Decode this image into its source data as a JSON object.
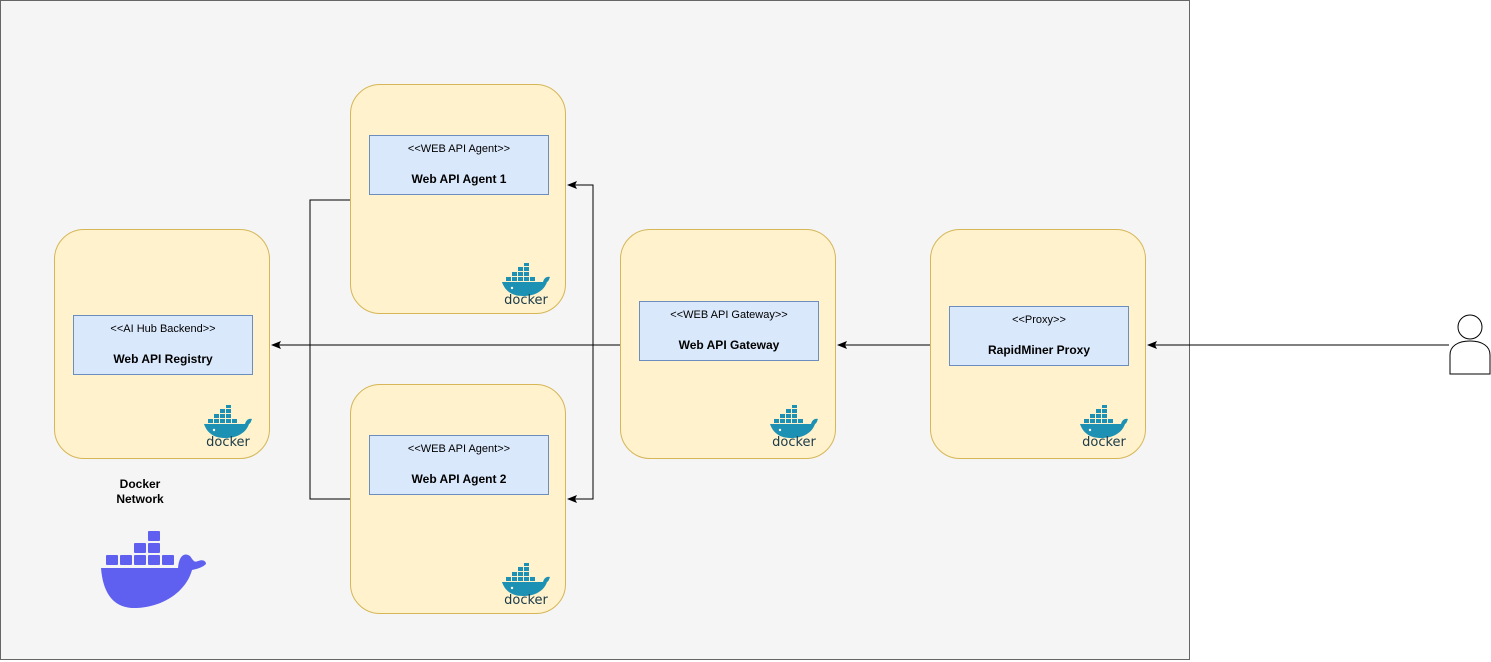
{
  "diagram": {
    "network_label": "Docker\nNetwork",
    "docker_wordmark": "docker",
    "colors": {
      "network_fill": "#f5f5f5",
      "network_border": "#666666",
      "container_fill": "#fff2cc",
      "container_border": "#d6b656",
      "component_fill": "#dae8fc",
      "component_border": "#6c8ebf",
      "docker_blue": "#1d91b4",
      "docker_network_purple": "#6060f0"
    },
    "components": {
      "registry": {
        "stereotype": "<<AI Hub Backend>>",
        "name": "Web API Registry"
      },
      "agent1": {
        "stereotype": "<<WEB API Agent>>",
        "name": "Web API Agent 1"
      },
      "agent2": {
        "stereotype": "<<WEB API Agent>>",
        "name": "Web API Agent 2"
      },
      "gateway": {
        "stereotype": "<<WEB API Gateway>>",
        "name": "Web API Gateway"
      },
      "proxy": {
        "stereotype": "<<Proxy>>",
        "name": "RapidMiner Proxy"
      }
    },
    "icons": {
      "container_logo": "docker-icon",
      "network_logo": "docker-whale-icon",
      "user": "user-icon"
    }
  }
}
